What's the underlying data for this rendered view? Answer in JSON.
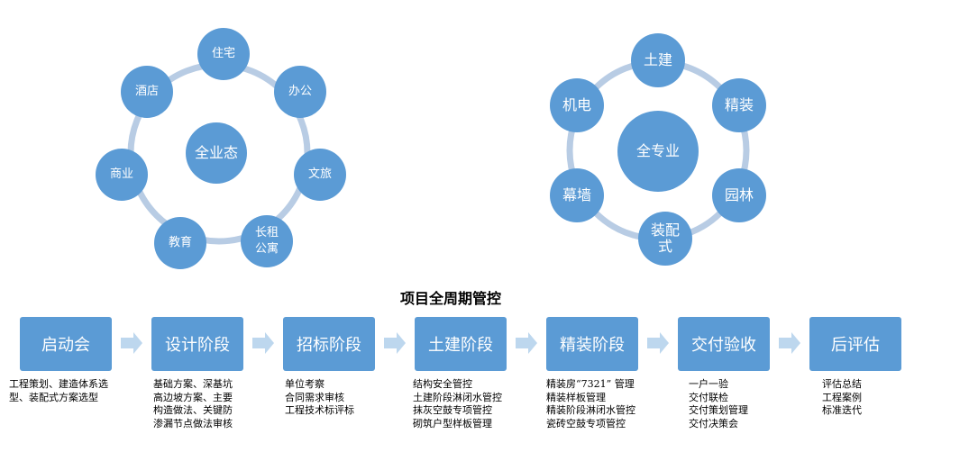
{
  "left_cycle": {
    "center": "全业态",
    "nodes": [
      "住宅",
      "办公",
      "文旅",
      "长租\n公寓",
      "教育",
      "商业",
      "酒店"
    ]
  },
  "right_cycle": {
    "center": "全专业",
    "nodes": [
      "土建",
      "精装",
      "园林",
      "装配\n式",
      "幕墙",
      "机电"
    ]
  },
  "title": "项目全周期管控",
  "stages": [
    {
      "label": "启动会",
      "desc": [
        "工程策划、建造体系选",
        "型、装配式方案选型"
      ]
    },
    {
      "label": "设计阶段",
      "desc": [
        "基础方案、深基坑",
        "高边坡方案、主要",
        "构造做法、关键防",
        "渗漏节点做法审核"
      ]
    },
    {
      "label": "招标阶段",
      "desc": [
        "单位考察",
        "合同需求审核",
        "工程技术标评标"
      ]
    },
    {
      "label": "土建阶段",
      "desc": [
        "结构安全管控",
        "土建阶段淋闭水管控",
        "抹灰空鼓专项管控",
        "砌筑户型样板管理"
      ]
    },
    {
      "label": "精装阶段",
      "desc": [
        "精装房“7321” 管理",
        "精装样板管理",
        "精装阶段淋闭水管控",
        "瓷砖空鼓专项管控"
      ]
    },
    {
      "label": "交付验收",
      "desc": [
        "一户一验",
        "交付联检",
        "交付策划管理",
        "交付决策会"
      ]
    },
    {
      "label": "后评估",
      "desc": [
        "评估总结",
        "工程案例",
        "标准迭代"
      ]
    }
  ],
  "colors": {
    "node": "#5b9bd5",
    "ring": "#b8cce4",
    "arrow": "#bdd7ee"
  }
}
